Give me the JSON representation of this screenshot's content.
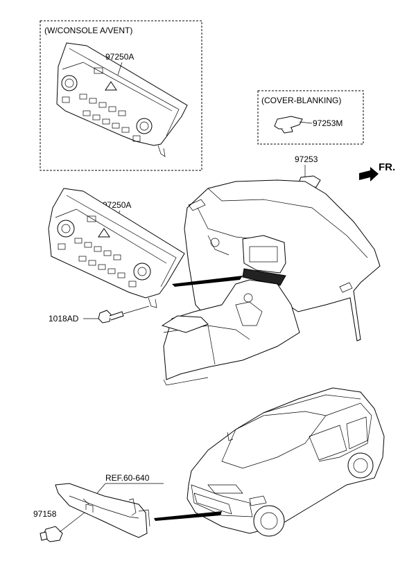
{
  "labels": {
    "console_vent_box": "(W/CONSOLE A/VENT)",
    "part_97250A_top": "97250A",
    "cover_blanking_box": "(COVER-BLANKING)",
    "part_97253M": "97253M",
    "part_97253": "97253",
    "front_indicator": "FR.",
    "part_97250A": "97250A",
    "part_1018AD": "1018AD",
    "ref": "REF.60-640",
    "part_97158": "97158"
  }
}
